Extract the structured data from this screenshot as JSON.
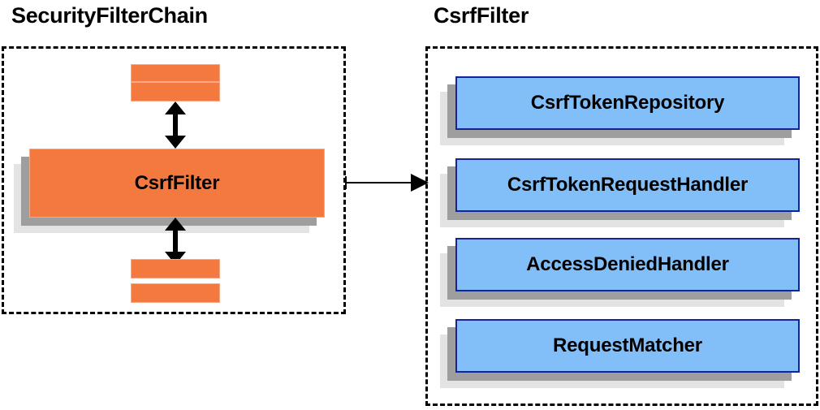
{
  "diagram": {
    "type": "architecture-block-diagram",
    "background_color": "#ffffff",
    "colors": {
      "orange_fill": "#f4793e",
      "orange_border": "#f8a887",
      "blue_fill": "#82bff8",
      "blue_border": "#15239b",
      "shadow_near": "#9e9e9e",
      "shadow_far": "#e3e3e3",
      "outline": "#000000"
    }
  },
  "left_panel": {
    "title": "SecurityFilterChain",
    "border_style": "dashed",
    "top_filters": [
      {
        "label": ""
      },
      {
        "label": ""
      }
    ],
    "highlighted_filter": {
      "label": "CsrfFilter"
    },
    "bottom_filters": [
      {
        "label": ""
      },
      {
        "label": ""
      }
    ],
    "arrows": [
      {
        "name": "chain-arrow-above",
        "direction": "bidirectional-vertical"
      },
      {
        "name": "chain-arrow-below",
        "direction": "bidirectional-vertical"
      }
    ]
  },
  "connector": {
    "name": "csrf-filter-detail-connector",
    "direction": "left-to-right",
    "from": "CsrfFilter",
    "to": "CsrfFilter"
  },
  "right_panel": {
    "title": "CsrfFilter",
    "border_style": "dashed",
    "components": [
      {
        "label": "CsrfTokenRepository"
      },
      {
        "label": "CsrfTokenRequestHandler"
      },
      {
        "label": "AccessDeniedHandler"
      },
      {
        "label": "RequestMatcher"
      }
    ]
  }
}
